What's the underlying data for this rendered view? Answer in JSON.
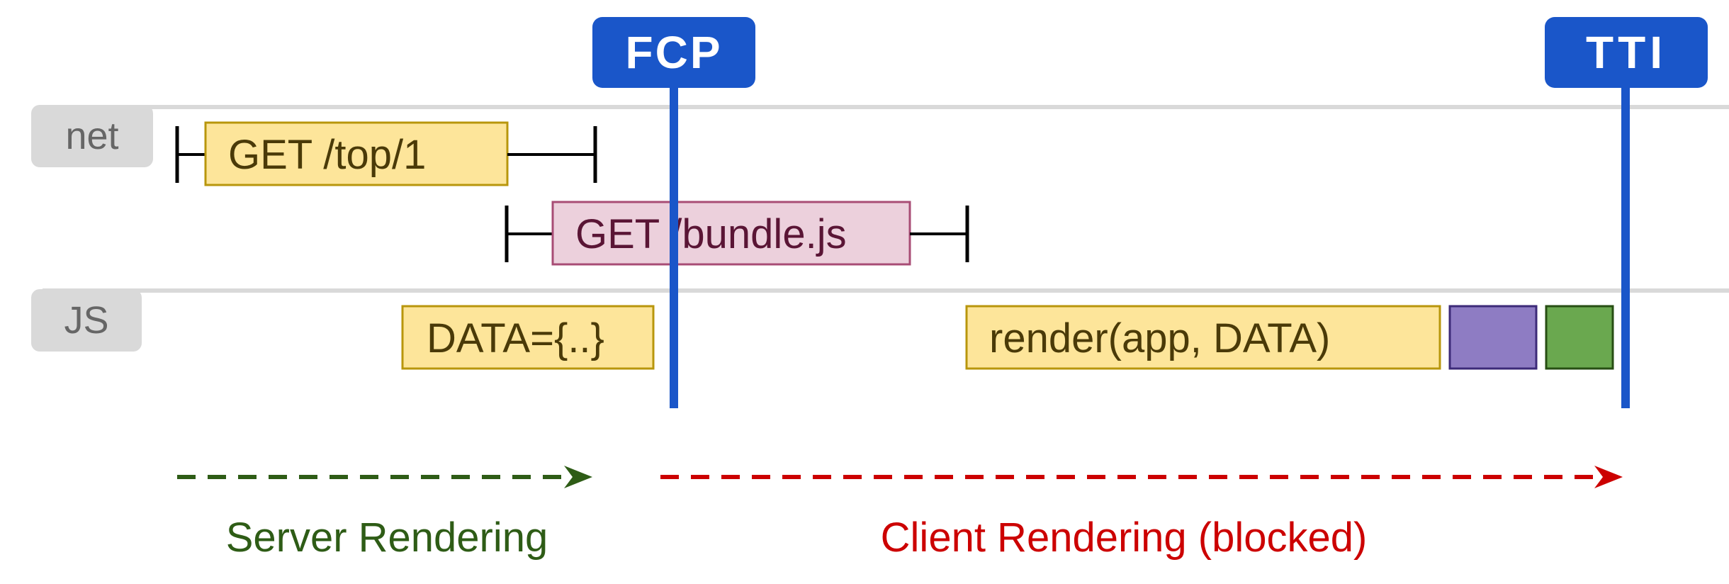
{
  "lanes": [
    {
      "label": "net"
    },
    {
      "label": "JS"
    }
  ],
  "markers": [
    {
      "label": "FCP",
      "color": "#1a56c9"
    },
    {
      "label": "TTI",
      "color": "#1a56c9"
    }
  ],
  "requests": [
    {
      "label": "GET /top/1",
      "fill": "#fde59a",
      "stroke": "#b8960c",
      "text_color": "#4a3a08"
    },
    {
      "label": "GET /bundle.js",
      "fill": "#ecd0dc",
      "stroke": "#a84c75",
      "text_color": "#5a1535"
    }
  ],
  "js_blocks": [
    {
      "label": "DATA={..}",
      "fill": "#fde59a",
      "stroke": "#b8960c",
      "text_color": "#4a3a08"
    },
    {
      "label": "render(app, DATA)",
      "fill": "#fde59a",
      "stroke": "#b8960c",
      "text_color": "#4a3a08"
    },
    {
      "label": "",
      "fill": "#8e7cc3",
      "stroke": "#3c2a78"
    },
    {
      "label": "",
      "fill": "#6aa84f",
      "stroke": "#274e13"
    }
  ],
  "phases": [
    {
      "label": "Server Rendering",
      "color": "#2e5c16"
    },
    {
      "label": "Client Rendering (blocked)",
      "color": "#cc0000"
    }
  ],
  "colors": {
    "lane_bg": "#d9d9d9",
    "lane_text": "#666666",
    "marker_text": "#ffffff",
    "whisker": "#000000"
  }
}
